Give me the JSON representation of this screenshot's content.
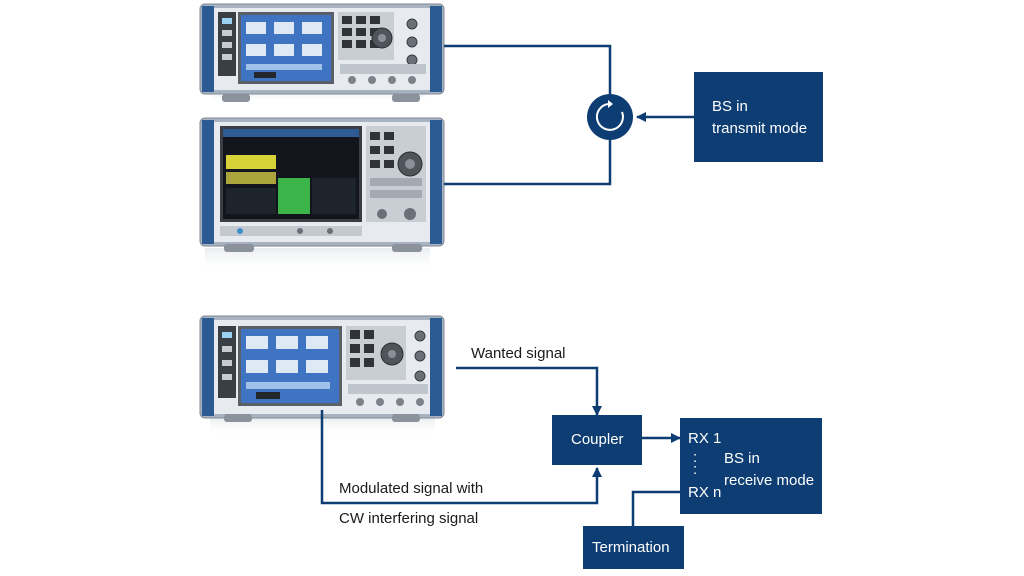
{
  "colors": {
    "navy": "#0d3d73",
    "instrument_frame": "#a9b3c0",
    "instrument_blue": "#2c5a93",
    "screen": "#3f74c2"
  },
  "icons": {
    "circulator": "circulator-icon",
    "generator": "signal-generator-icon",
    "analyzer": "signal-analyzer-icon"
  },
  "boxes": {
    "bs_transmit": {
      "line1": "BS in",
      "line2": "transmit mode"
    },
    "coupler": "Coupler",
    "bs_receive": {
      "rx1": "RX 1",
      "dots": ":",
      "rxn": "RX n",
      "line1": "BS in",
      "line2": "receive mode"
    },
    "termination": "Termination"
  },
  "labels": {
    "wanted_signal": "Wanted signal",
    "modulated_signal_1": "Modulated signal with",
    "modulated_signal_2": "CW interfering signal"
  }
}
